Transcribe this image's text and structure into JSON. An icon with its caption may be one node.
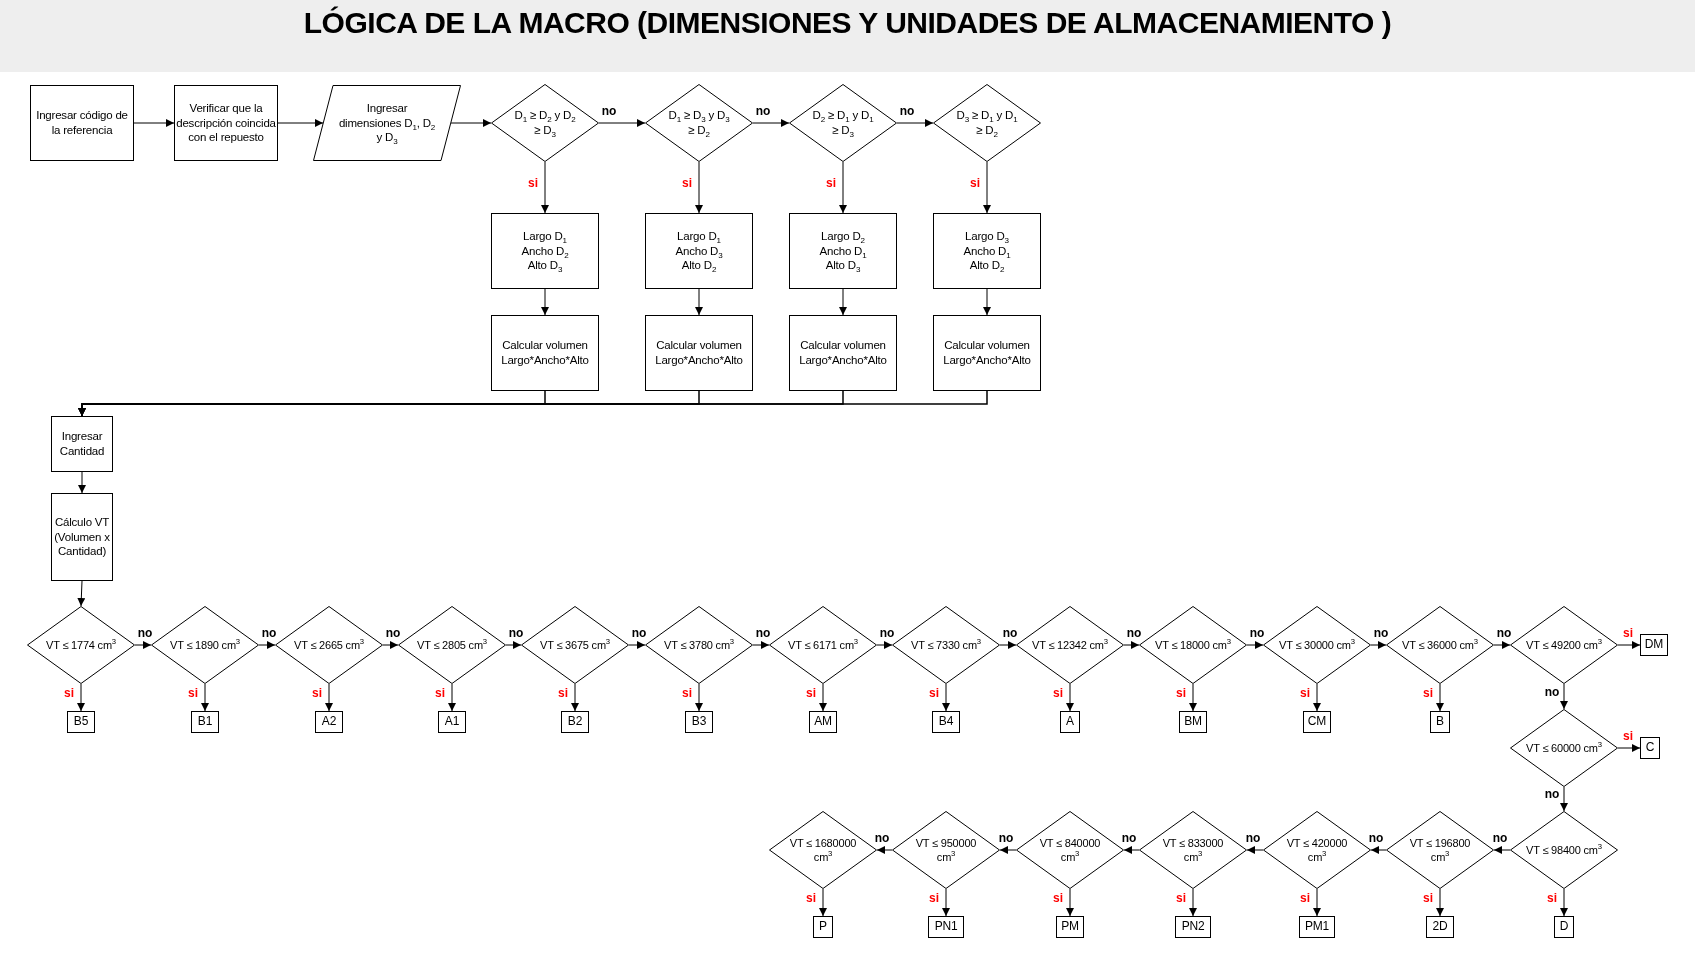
{
  "diagram": {
    "title": "LÓGICA DE LA MACRO (DIMENSIONES Y UNIDADES DE ALMACENAMIENTO )",
    "nodes": [
      {
        "text": [
          "Ingresar código de la referencia"
        ]
      },
      {
        "text": [
          "Verificar que la descripción coincida con el repuesto"
        ]
      },
      {
        "text": [
          "Ingresar dimensiones D$_{1}$, D$_{2}$ y D$_{3}$"
        ]
      },
      {
        "text": [
          "D$_{1}$ ≥ D$_{2}$ y D$_{2}$ ≥ D$_{3}$"
        ]
      },
      {
        "text": [
          "D$_{1}$ ≥ D$_{3}$ y D$_{3}$ ≥ D$_{2}$"
        ]
      },
      {
        "text": [
          "D$_{2}$ ≥ D$_{1}$ y D$_{1}$ ≥ D$_{3}$"
        ]
      },
      {
        "text": [
          "D$_{3}$ ≥ D$_{1}$ y D$_{1}$ ≥ D$_{2}$"
        ]
      },
      {
        "text": [
          "Largo D$_{1}$",
          "Ancho D$_{2}$",
          "Alto D$_{3}$"
        ]
      },
      {
        "text": [
          "Largo D$_{1}$",
          "Ancho D$_{3}$",
          "Alto D$_{2}$"
        ]
      },
      {
        "text": [
          "Largo D$_{2}$",
          "Ancho D$_{1}$",
          "Alto D$_{3}$"
        ]
      },
      {
        "text": [
          "Largo D$_{3}$",
          "Ancho D$_{1}$",
          "Alto D$_{2}$"
        ]
      },
      {
        "text": [
          "Calcular volumen Largo*Ancho*Alto"
        ]
      },
      {
        "text": [
          "Calcular volumen Largo*Ancho*Alto"
        ]
      },
      {
        "text": [
          "Calcular volumen Largo*Ancho*Alto"
        ]
      },
      {
        "text": [
          "Calcular volumen Largo*Ancho*Alto"
        ]
      },
      {
        "text": [
          "Ingresar Cantidad"
        ]
      },
      {
        "text": [
          "Cálculo VT (Volumen x Cantidad)"
        ]
      },
      {
        "text": [
          "VT ≤ 1774 cm$^{3}$"
        ]
      },
      {
        "text": [
          "B5"
        ]
      },
      {
        "text": [
          "VT ≤ 1890 cm$^{3}$"
        ]
      },
      {
        "text": [
          "B1"
        ]
      },
      {
        "text": [
          "VT ≤ 2665 cm$^{3}$"
        ]
      },
      {
        "text": [
          "A2"
        ]
      },
      {
        "text": [
          "VT ≤ 2805 cm$^{3}$"
        ]
      },
      {
        "text": [
          "A1"
        ]
      },
      {
        "text": [
          "VT ≤ 3675 cm$^{3}$"
        ]
      },
      {
        "text": [
          "B2"
        ]
      },
      {
        "text": [
          "VT ≤ 3780 cm$^{3}$"
        ]
      },
      {
        "text": [
          "B3"
        ]
      },
      {
        "text": [
          "VT ≤ 6171 cm$^{3}$"
        ]
      },
      {
        "text": [
          "AM"
        ]
      },
      {
        "text": [
          "VT ≤ 7330 cm$^{3}$"
        ]
      },
      {
        "text": [
          "B4"
        ]
      },
      {
        "text": [
          "VT ≤ 12342 cm$^{3}$"
        ]
      },
      {
        "text": [
          "A"
        ]
      },
      {
        "text": [
          "VT ≤ 18000 cm$^{3}$"
        ]
      },
      {
        "text": [
          "BM"
        ]
      },
      {
        "text": [
          "VT ≤ 30000 cm$^{3}$"
        ]
      },
      {
        "text": [
          "CM"
        ]
      },
      {
        "text": [
          "VT ≤ 36000 cm$^{3}$"
        ]
      },
      {
        "text": [
          "B"
        ]
      },
      {
        "text": [
          "VT ≤ 49200 cm$^{3}$"
        ]
      },
      {
        "text": [
          "DM"
        ]
      },
      {
        "text": [
          "VT ≤ 60000 cm$^{3}$"
        ]
      },
      {
        "text": [
          "C"
        ]
      },
      {
        "text": [
          "VT ≤ 98400 cm$^{3}$"
        ]
      },
      {
        "text": [
          "D"
        ]
      },
      {
        "text": [
          "VT ≤ 196800 cm$^{3}$"
        ]
      },
      {
        "text": [
          "2D"
        ]
      },
      {
        "text": [
          "VT ≤ 420000 cm$^{3}$"
        ]
      },
      {
        "text": [
          "PM1"
        ]
      },
      {
        "text": [
          "VT ≤ 833000 cm$^{3}$"
        ]
      },
      {
        "text": [
          "PN2"
        ]
      },
      {
        "text": [
          "VT ≤ 840000 cm$^{3}$"
        ]
      },
      {
        "text": [
          "PM"
        ]
      },
      {
        "text": [
          "VT ≤ 950000 cm$^{3}$"
        ]
      },
      {
        "text": [
          "PN1"
        ]
      },
      {
        "text": [
          "VT ≤ 1680000 cm$^{3}$"
        ]
      },
      {
        "text": [
          "P"
        ]
      }
    ],
    "edges": [
      {
        "from": 0,
        "to": 1,
        "arrow": "to"
      },
      {
        "from": 1,
        "to": 2,
        "arrow": "to"
      },
      {
        "from": 2,
        "to": 3,
        "arrow": "to"
      },
      {
        "from": 3,
        "to": 4,
        "arrow": "to",
        "label": "no"
      },
      {
        "from": 4,
        "to": 5,
        "arrow": "to",
        "label": "no"
      },
      {
        "from": 5,
        "to": 6,
        "arrow": "to",
        "label": "no"
      },
      {
        "from": 3,
        "to": 7,
        "arrow": "to",
        "label": "si"
      },
      {
        "from": 4,
        "to": 8,
        "arrow": "to",
        "label": "si"
      },
      {
        "from": 5,
        "to": 9,
        "arrow": "to",
        "label": "si"
      },
      {
        "from": 6,
        "to": 10,
        "arrow": "to",
        "label": "si"
      },
      {
        "from": 7,
        "to": 11,
        "arrow": "to"
      },
      {
        "from": 8,
        "to": 12,
        "arrow": "to"
      },
      {
        "from": 9,
        "to": 13,
        "arrow": "to"
      },
      {
        "from": 10,
        "to": 14,
        "arrow": "to"
      },
      {
        "from": 11,
        "to": 15,
        "arrow": "to"
      },
      {
        "from": 12,
        "to": 15,
        "arrow": "to"
      },
      {
        "from": 13,
        "to": 15,
        "arrow": "to"
      },
      {
        "from": 14,
        "to": 15,
        "arrow": "to"
      },
      {
        "from": 15,
        "to": 16,
        "arrow": "to"
      },
      {
        "from": 16,
        "to": 17,
        "arrow": "to"
      },
      {
        "from": 17,
        "to": 18,
        "arrow": "to",
        "label": "si"
      },
      {
        "from": 17,
        "to": 19,
        "arrow": "to",
        "label": "no"
      },
      {
        "from": 19,
        "to": 20,
        "arrow": "to",
        "label": "si"
      },
      {
        "from": 19,
        "to": 21,
        "arrow": "to",
        "label": "no"
      },
      {
        "from": 21,
        "to": 22,
        "arrow": "to",
        "label": "si"
      },
      {
        "from": 21,
        "to": 23,
        "arrow": "to",
        "label": "no"
      },
      {
        "from": 23,
        "to": 24,
        "arrow": "to",
        "label": "si"
      },
      {
        "from": 23,
        "to": 25,
        "arrow": "to",
        "label": "no"
      },
      {
        "from": 25,
        "to": 26,
        "arrow": "to",
        "label": "si"
      },
      {
        "from": 25,
        "to": 27,
        "arrow": "to",
        "label": "no"
      },
      {
        "from": 27,
        "to": 28,
        "arrow": "to",
        "label": "si"
      },
      {
        "from": 27,
        "to": 29,
        "arrow": "to",
        "label": "no"
      },
      {
        "from": 29,
        "to": 30,
        "arrow": "to",
        "label": "si"
      },
      {
        "from": 29,
        "to": 31,
        "arrow": "to",
        "label": "no"
      },
      {
        "from": 31,
        "to": 32,
        "arrow": "to",
        "label": "si"
      },
      {
        "from": 31,
        "to": 33,
        "arrow": "to",
        "label": "no"
      },
      {
        "from": 33,
        "to": 34,
        "arrow": "to",
        "label": "si"
      },
      {
        "from": 33,
        "to": 35,
        "arrow": "to",
        "label": "no"
      },
      {
        "from": 35,
        "to": 36,
        "arrow": "to",
        "label": "si"
      },
      {
        "from": 35,
        "to": 37,
        "arrow": "to",
        "label": "no"
      },
      {
        "from": 37,
        "to": 38,
        "arrow": "to",
        "label": "si"
      },
      {
        "from": 37,
        "to": 39,
        "arrow": "to",
        "label": "no"
      },
      {
        "from": 39,
        "to": 40,
        "arrow": "to",
        "label": "si"
      },
      {
        "from": 39,
        "to": 41,
        "arrow": "to",
        "label": "no"
      },
      {
        "from": 41,
        "to": 42,
        "arrow": "to",
        "label": "si"
      },
      {
        "from": 41,
        "to": 43,
        "arrow": "to",
        "label": "no"
      },
      {
        "from": 43,
        "to": 44,
        "arrow": "to",
        "label": "si"
      },
      {
        "from": 43,
        "to": 45,
        "arrow": "to",
        "label": "no"
      },
      {
        "from": 45,
        "to": 46,
        "arrow": "to",
        "label": "si"
      },
      {
        "from": 45,
        "to": 47,
        "arrow": "to",
        "label": "no"
      },
      {
        "from": 47,
        "to": 48,
        "arrow": "to",
        "label": "si"
      },
      {
        "from": 47,
        "to": 49,
        "arrow": "to",
        "label": "no"
      },
      {
        "from": 49,
        "to": 50,
        "arrow": "to",
        "label": "si"
      },
      {
        "from": 49,
        "to": 51,
        "arrow": "to",
        "label": "no"
      },
      {
        "from": 51,
        "to": 52,
        "arrow": "to",
        "label": "si"
      },
      {
        "from": 51,
        "to": 53,
        "arrow": "to",
        "label": "no"
      },
      {
        "from": 53,
        "to": 54,
        "arrow": "to",
        "label": "si"
      },
      {
        "from": 53,
        "to": 55,
        "arrow": "to",
        "label": "no"
      },
      {
        "from": 55,
        "to": 56,
        "arrow": "to",
        "label": "si"
      },
      {
        "from": 55,
        "to": 57,
        "arrow": "to",
        "label": "no"
      },
      {
        "from": 57,
        "to": 58,
        "arrow": "to",
        "label": "si"
      }
    ]
  }
}
